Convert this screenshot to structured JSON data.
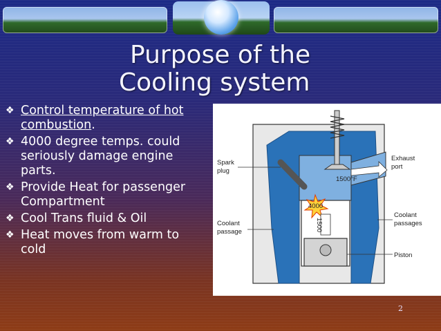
{
  "title": {
    "line1": "Purpose of the",
    "line2": "Cooling system"
  },
  "bullets": [
    {
      "main": "Control temperature of hot combustion",
      "suffix": "."
    },
    {
      "text": "4000 degree temps. could seriously damage engine parts."
    },
    {
      "text": "Provide Heat for passenger Compartment"
    },
    {
      "text": "Cool Trans fluid & Oil"
    },
    {
      "text": "Heat moves from warm to cold"
    }
  ],
  "diagram": {
    "labels": {
      "spark_plug": [
        "Spark",
        "plug"
      ],
      "exhaust_port": [
        "Exhaust",
        "port"
      ],
      "temp_exhaust": "1500°F",
      "temp_combustion": "4000",
      "temp_cylinder": "1500",
      "coolant_passages": [
        "Coolant",
        "passages"
      ],
      "coolant_passage": [
        "Coolant",
        "passage"
      ],
      "piston": "Piston"
    }
  },
  "page_number": "2",
  "colors": {
    "text": "#ffffff",
    "coolant": "#2a72b8",
    "background_top": "#1c2a86",
    "background_bottom": "#8e3c16"
  },
  "icons": {
    "bullet": "diamond-bullet-icon",
    "logo": "globe-icon"
  }
}
